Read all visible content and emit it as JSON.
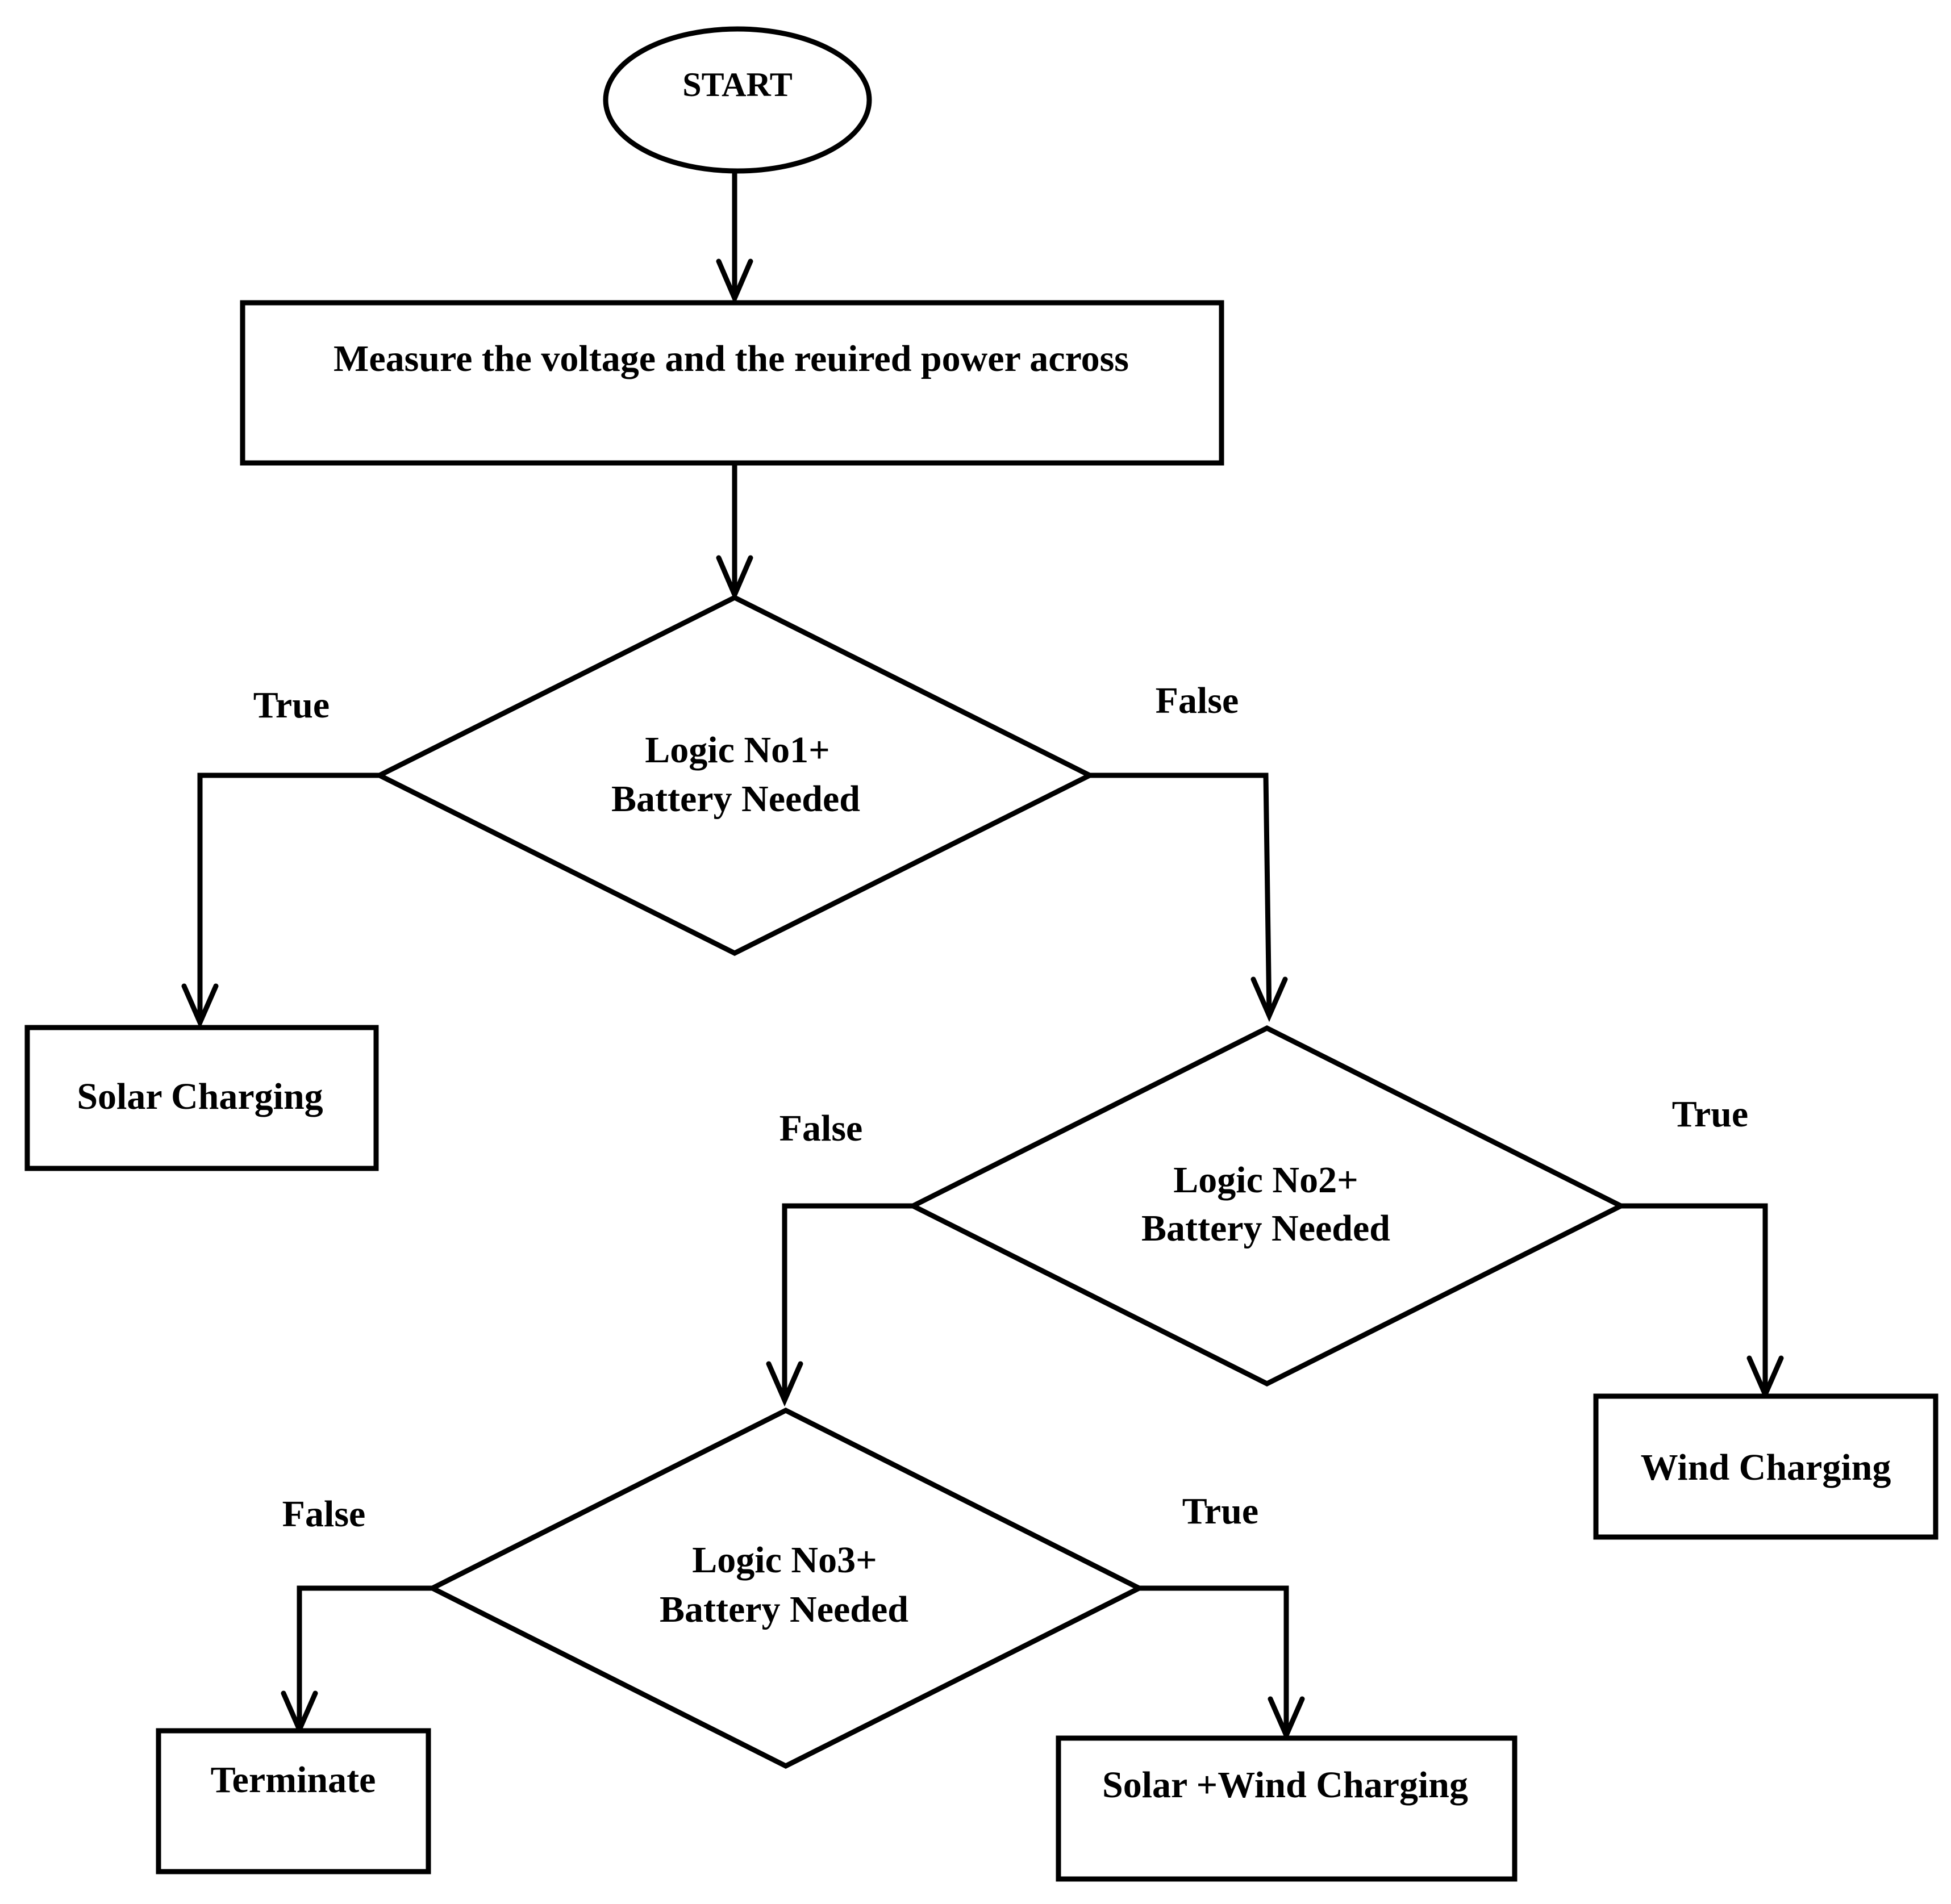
{
  "nodes": {
    "start": "START",
    "measure": "Measure the voltage and the reuired power across",
    "logic1_line1": "Logic No1+",
    "logic1_line2": "Battery Needed",
    "solar": "Solar Charging",
    "logic2_line1": "Logic No2+",
    "logic2_line2": "Battery Needed",
    "wind": "Wind Charging",
    "logic3_line1": "Logic No3+",
    "logic3_line2": "Battery Needed",
    "terminate": "Terminate",
    "solar_wind": "Solar +Wind Charging"
  },
  "edges": {
    "logic1_true": "True",
    "logic1_false": "False",
    "logic2_false": "False",
    "logic2_true": "True",
    "logic3_false": "False",
    "logic3_true": "True"
  }
}
